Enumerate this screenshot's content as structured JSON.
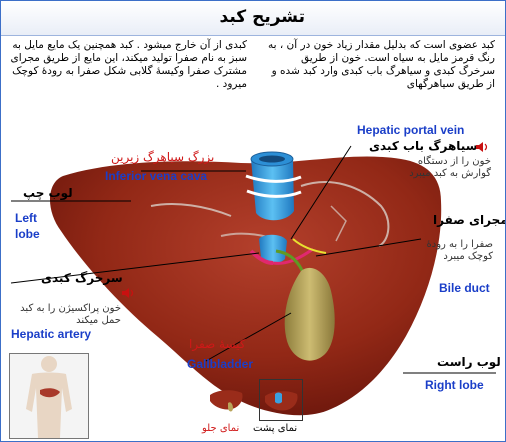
{
  "page_title": "تشریح کبد",
  "intro": {
    "right": "کبد عضوی است که بدلیل مقدار زیاد خون در آن ، به رنگ قرمز مایل به سیاه است. خون از طریق سرخرگ کبدی و سیاهرگ باب کبدی وارد کبد شده و از طریق سیاهرگهای",
    "left": "کبدی از آن خارج میشود . کبد همچنین یک مایع مایل به سبز به نام صفرا تولید میکند، این مایع از طریق مجرای مشترک صفرا وکیسهٔ گلابی شکل صفرا به رودهٔ کوچک میرود ."
  },
  "labels": {
    "ivc_fa": "بزرگ سیاهرگ زیرین",
    "ivc_en": "Inferior vena cava",
    "portal_en": "Hepatic portal vein",
    "portal_fa": "سیاهرگ باب کبدی",
    "portal_desc": "خون را از دستگاه گوارش به کبد میبرد",
    "left_lobe_fa": "لوب چپ",
    "left_lobe_en_1": "Left",
    "left_lobe_en_2": "lobe",
    "bile_fa": "مجرای صفرا",
    "bile_desc": "صفرا را به رودهٔ کوچک میبرد",
    "bile_en": "Bile duct",
    "artery_fa": "سرخرگ کبدی",
    "artery_desc": "خون پراکسیژن را به کبد حمل میکند",
    "artery_en": "Hepatic artery",
    "gall_fa": "کیسهٔ صفرا",
    "gall_en": "Gallbladder",
    "right_lobe_fa": "لوب راست",
    "right_lobe_en": "Right lobe",
    "view_back": "نمای پشت",
    "view_front": "نمای جلو"
  },
  "icons": [
    "speaker-icon"
  ],
  "colors": {
    "liver": "#8e2416",
    "liver_light": "#a8392a",
    "vein_blue": "#3aa0e0",
    "gallbladder": "#b9a45a",
    "label_blue": "#1a3ec8",
    "label_red": "#d01818",
    "frame": "#3c6fc8"
  }
}
